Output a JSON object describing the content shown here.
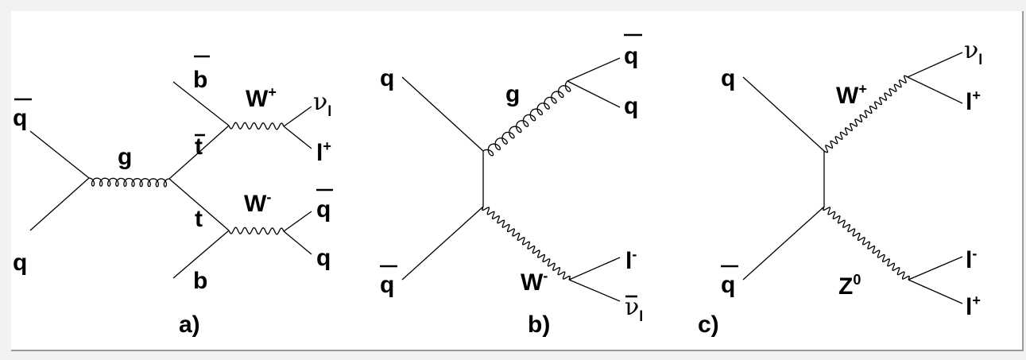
{
  "diagrams": [
    {
      "caption": "a)",
      "labels": {
        "qbar_in": "q",
        "q_in": "q",
        "gluon": "g",
        "tbar": "t",
        "t": "t",
        "bbar": "b",
        "b": "b",
        "w_plus": "W",
        "w_plus_sup": "+",
        "w_minus": "W",
        "w_minus_sup": "-",
        "nu": "ν",
        "nu_sub": "l",
        "lepton": "l",
        "lepton_sup": "+",
        "qbar_out": "q",
        "q_out": "q"
      }
    },
    {
      "caption": "b)",
      "labels": {
        "q_in": "q",
        "qbar_in": "q",
        "gluon": "g",
        "qbar_out": "q",
        "q_out": "q",
        "w_minus": "W",
        "w_minus_sup": "-",
        "lepton": "l",
        "lepton_sup": "-",
        "nubar": "ν",
        "nubar_sub": "l"
      }
    },
    {
      "caption": "c)",
      "labels": {
        "q_in": "q",
        "qbar_in": "q",
        "w_plus": "W",
        "w_plus_sup": "+",
        "nu": "ν",
        "nu_sub": "l",
        "lepton_plus": "l",
        "lepton_plus_sup": "+",
        "z": "Z",
        "z_sup": "0",
        "lepton_minus": "l",
        "lepton_minus_sup": "-",
        "lepton_plus2": "l",
        "lepton_plus2_sup": "+"
      }
    }
  ]
}
